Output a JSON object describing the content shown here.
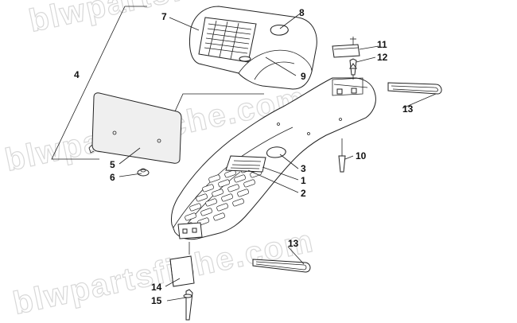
{
  "watermark": "blwpartsfiche.com",
  "callouts": [
    {
      "id": "1",
      "text": "1"
    },
    {
      "id": "2",
      "text": "2"
    },
    {
      "id": "3",
      "text": "3"
    },
    {
      "id": "4",
      "text": "4"
    },
    {
      "id": "5",
      "text": "5"
    },
    {
      "id": "6",
      "text": "6"
    },
    {
      "id": "7",
      "text": "7"
    },
    {
      "id": "8",
      "text": "8"
    },
    {
      "id": "9",
      "text": "9"
    },
    {
      "id": "10",
      "text": "10"
    },
    {
      "id": "11",
      "text": "11"
    },
    {
      "id": "12",
      "text": "12"
    },
    {
      "id": "13a",
      "text": "13"
    },
    {
      "id": "13b",
      "text": "13"
    },
    {
      "id": "14",
      "text": "14"
    },
    {
      "id": "15",
      "text": "15"
    }
  ]
}
